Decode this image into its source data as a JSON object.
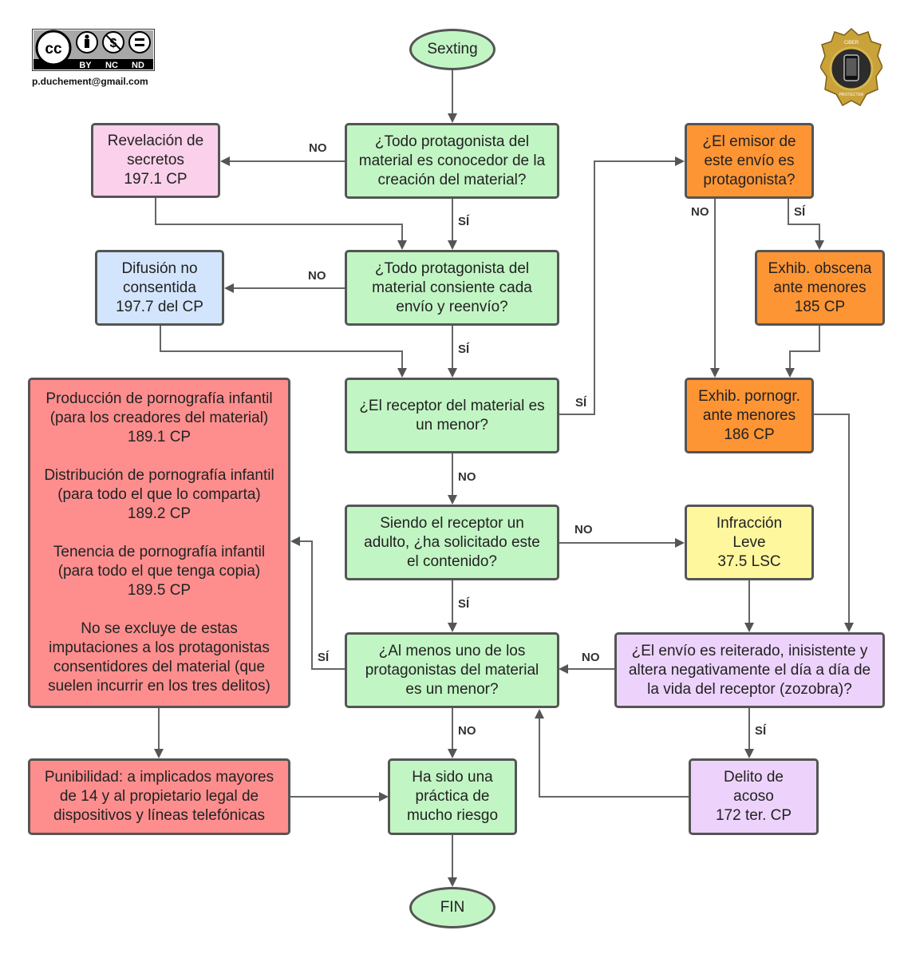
{
  "header": {
    "license_badge": "CC BY NC ND",
    "license_parts": [
      "BY",
      "NC",
      "ND"
    ],
    "email": "p.duchement@gmail.com",
    "seal_text": "CIBER PROTECTER"
  },
  "nodes": {
    "start": "Sexting",
    "q1": "¿Todo protagonista del\nmaterial es conocedor de la\ncreación del material?",
    "revelacion": "Revelación de\nsecretos\n197.1 CP",
    "q2": "¿Todo protagonista del\nmaterial consiente cada\nenvío y reenvío?",
    "difusion": "Difusión no\nconsentida\n197.7 del CP",
    "q3": "¿El receptor del material es\nun menor?",
    "produccion": "Producción de pornografía infantil\n(para los creadores del material)\n189.1 CP\n\nDistribución de pornografía infantil\n(para todo el que lo comparta)\n189.2 CP\n\nTenencia de pornografía infantil\n(para todo el que tenga copia)\n189.5 CP\n\nNo se excluye de estas\nimputaciones a los protagonistas\nconsentidores del material (que\nsuelen incurrir en los tres delitos)",
    "q4": "Siendo el receptor un\nadulto, ¿ha solicitado este\nel contenido?",
    "q5": "¿Al menos uno de los\nprotagonistas del material\nes un menor?",
    "riesgo": "Ha sido una\npráctica de\nmucho riesgo",
    "punibilidad": "Punibilidad: a implicados mayores\nde 14 y al propietario legal de\ndispositivos y líneas telefónicas",
    "end": "FIN",
    "emisor": "¿El emisor de\neste envío es\nprotagonista?",
    "obscena": "Exhib. obscena\nante menores\n185 CP",
    "pornogr": "Exhib. pornogr.\nante menores\n186 CP",
    "infraccion": "Infracción\nLeve\n37.5 LSC",
    "reiterado": "¿El envío es reiterado, inisistente y\naltera negativamente el día a día de\nla vida del receptor (zozobra)?",
    "acoso": "Delito de\nacoso\n172 ter. CP"
  },
  "labels": {
    "q1_no": "NO",
    "q1_si": "SÍ",
    "q2_no": "NO",
    "q2_si": "SÍ",
    "q3_si": "SÍ",
    "q3_no": "NO",
    "q4_no": "NO",
    "q4_si": "SÍ",
    "q5_si": "SÍ",
    "q5_no": "NO",
    "emisor_no": "NO",
    "emisor_si": "SÍ",
    "reiterado_no": "NO",
    "reiterado_si": "SÍ"
  },
  "colors": {
    "decision": "#c2f5c4",
    "revelacion": "#fbd0ea",
    "difusion": "#d3e5fd",
    "delito_grave": "#fe8e8e",
    "exhibicion": "#fd9535",
    "infraccion": "#fff79e",
    "acoso": "#edd3fb",
    "border": "#555555"
  }
}
